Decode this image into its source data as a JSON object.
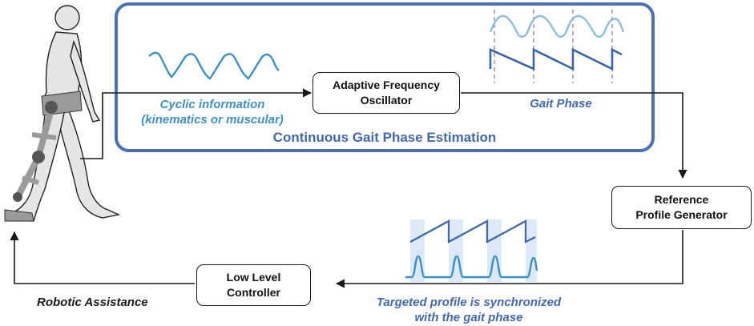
{
  "colors": {
    "frame": "#4a72b2",
    "cyan_wave": "#3f8fc6",
    "light_wave": "#8ebde0",
    "dark_wave": "#3d63a8",
    "band": "#dce9f6",
    "arrow": "#1a1a1a",
    "body": "#e6e6e6",
    "exo": "#9a9a9a",
    "joint": "#555555"
  },
  "labels": {
    "section_title": "Continuous Gait Phase Estimation",
    "cyclic_line1": "Cyclic information",
    "cyclic_line2": "(kinematics or muscular)",
    "gait_phase": "Gait Phase",
    "targeted_line1": "Targeted profile is synchronized",
    "targeted_line2": "with the gait phase",
    "robotic_assistance": "Robotic Assistance"
  },
  "boxes": {
    "afo_line1": "Adaptive Frequency",
    "afo_line2": "Oscillator",
    "rpg_line1": "Reference",
    "rpg_line2": "Profile Generator",
    "llc_line1": "Low Level",
    "llc_line2": "Controller"
  },
  "icons": [
    "walking-person-with-exoskeleton"
  ]
}
